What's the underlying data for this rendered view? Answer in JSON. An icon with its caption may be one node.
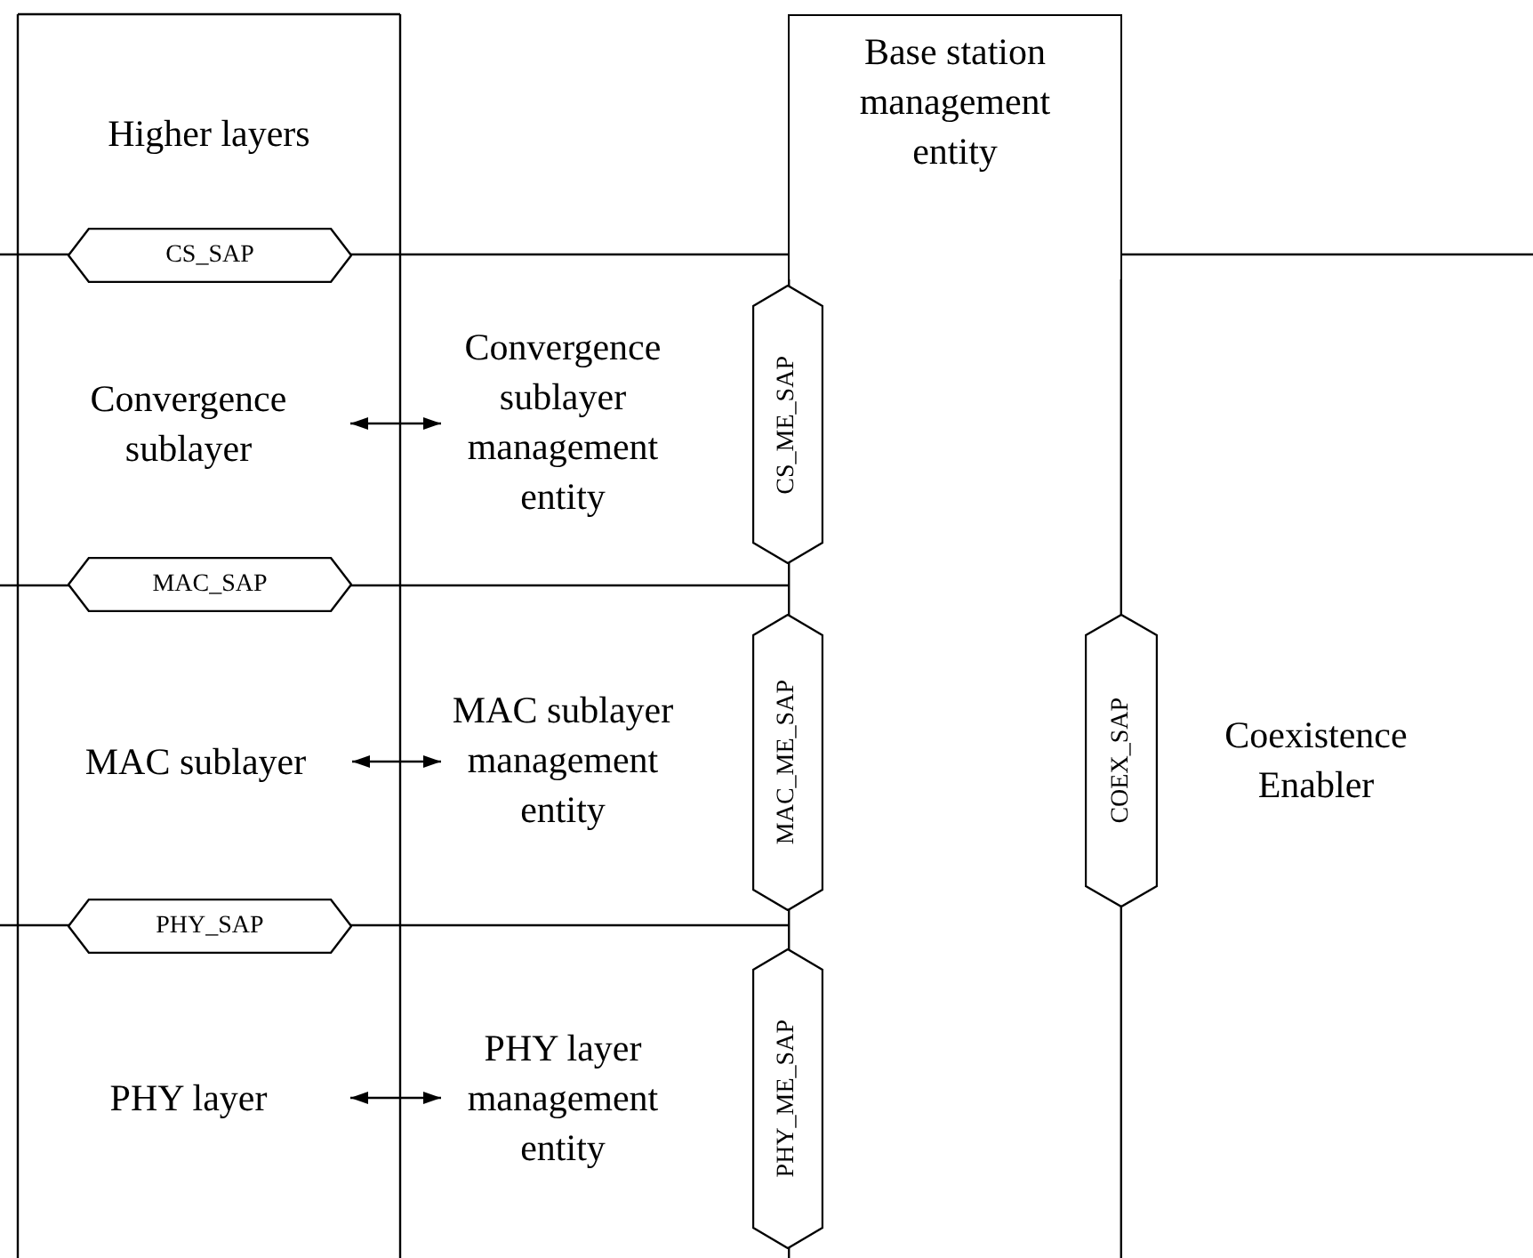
{
  "diagram": {
    "nodes": [
      {
        "text": [
          "Higher layers"
        ]
      },
      {
        "text": [
          "Base station management entity"
        ]
      },
      {
        "text": [
          "CS_SAP"
        ]
      },
      {
        "text": [
          "Convergence sublayer"
        ]
      },
      {
        "text": [
          "Convergence sublayer management entity"
        ]
      },
      {
        "text": [
          "CS_ME_SAP"
        ]
      },
      {
        "text": [
          "MAC_SAP"
        ]
      },
      {
        "text": [
          "MAC_ME_SAP"
        ]
      },
      {
        "text": [
          "MAC sublayer"
        ]
      },
      {
        "text": [
          "MAC sublayer management entity"
        ]
      },
      {
        "text": [
          "COEX_SAP"
        ]
      },
      {
        "text": [
          "Coexistence Enabler"
        ]
      },
      {
        "text": [
          "PHY_SAP"
        ]
      },
      {
        "text": [
          "PHY_ME_SAP"
        ]
      },
      {
        "text": [
          "PHY layer"
        ]
      },
      {
        "text": [
          "PHY layer management entity"
        ]
      }
    ],
    "edges": [
      {
        "from": 3,
        "to": 4,
        "arrow": "both"
      },
      {
        "from": 8,
        "to": 9,
        "arrow": "both"
      },
      {
        "from": 14,
        "to": 15,
        "arrow": "both"
      }
    ]
  }
}
